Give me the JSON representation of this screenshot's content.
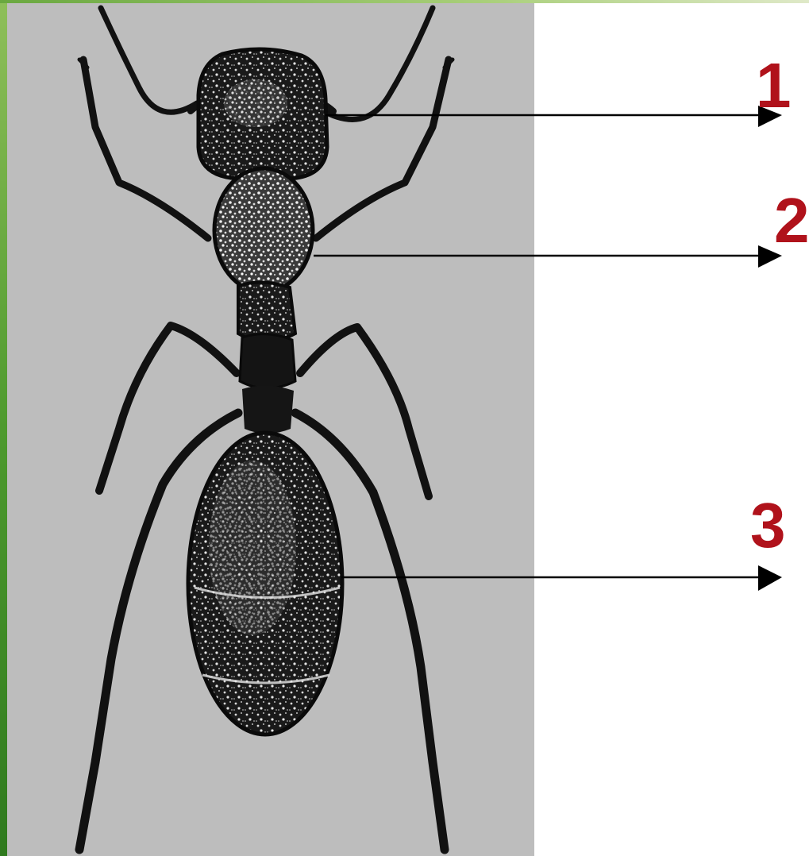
{
  "labels": {
    "part_1": "1",
    "part_2": "2",
    "part_3": "3"
  },
  "colors": {
    "label": "#b0121b",
    "panel": "#bdbdbd",
    "ant": "#111111",
    "arrow": "#000000",
    "border": "#4e9a2e"
  }
}
